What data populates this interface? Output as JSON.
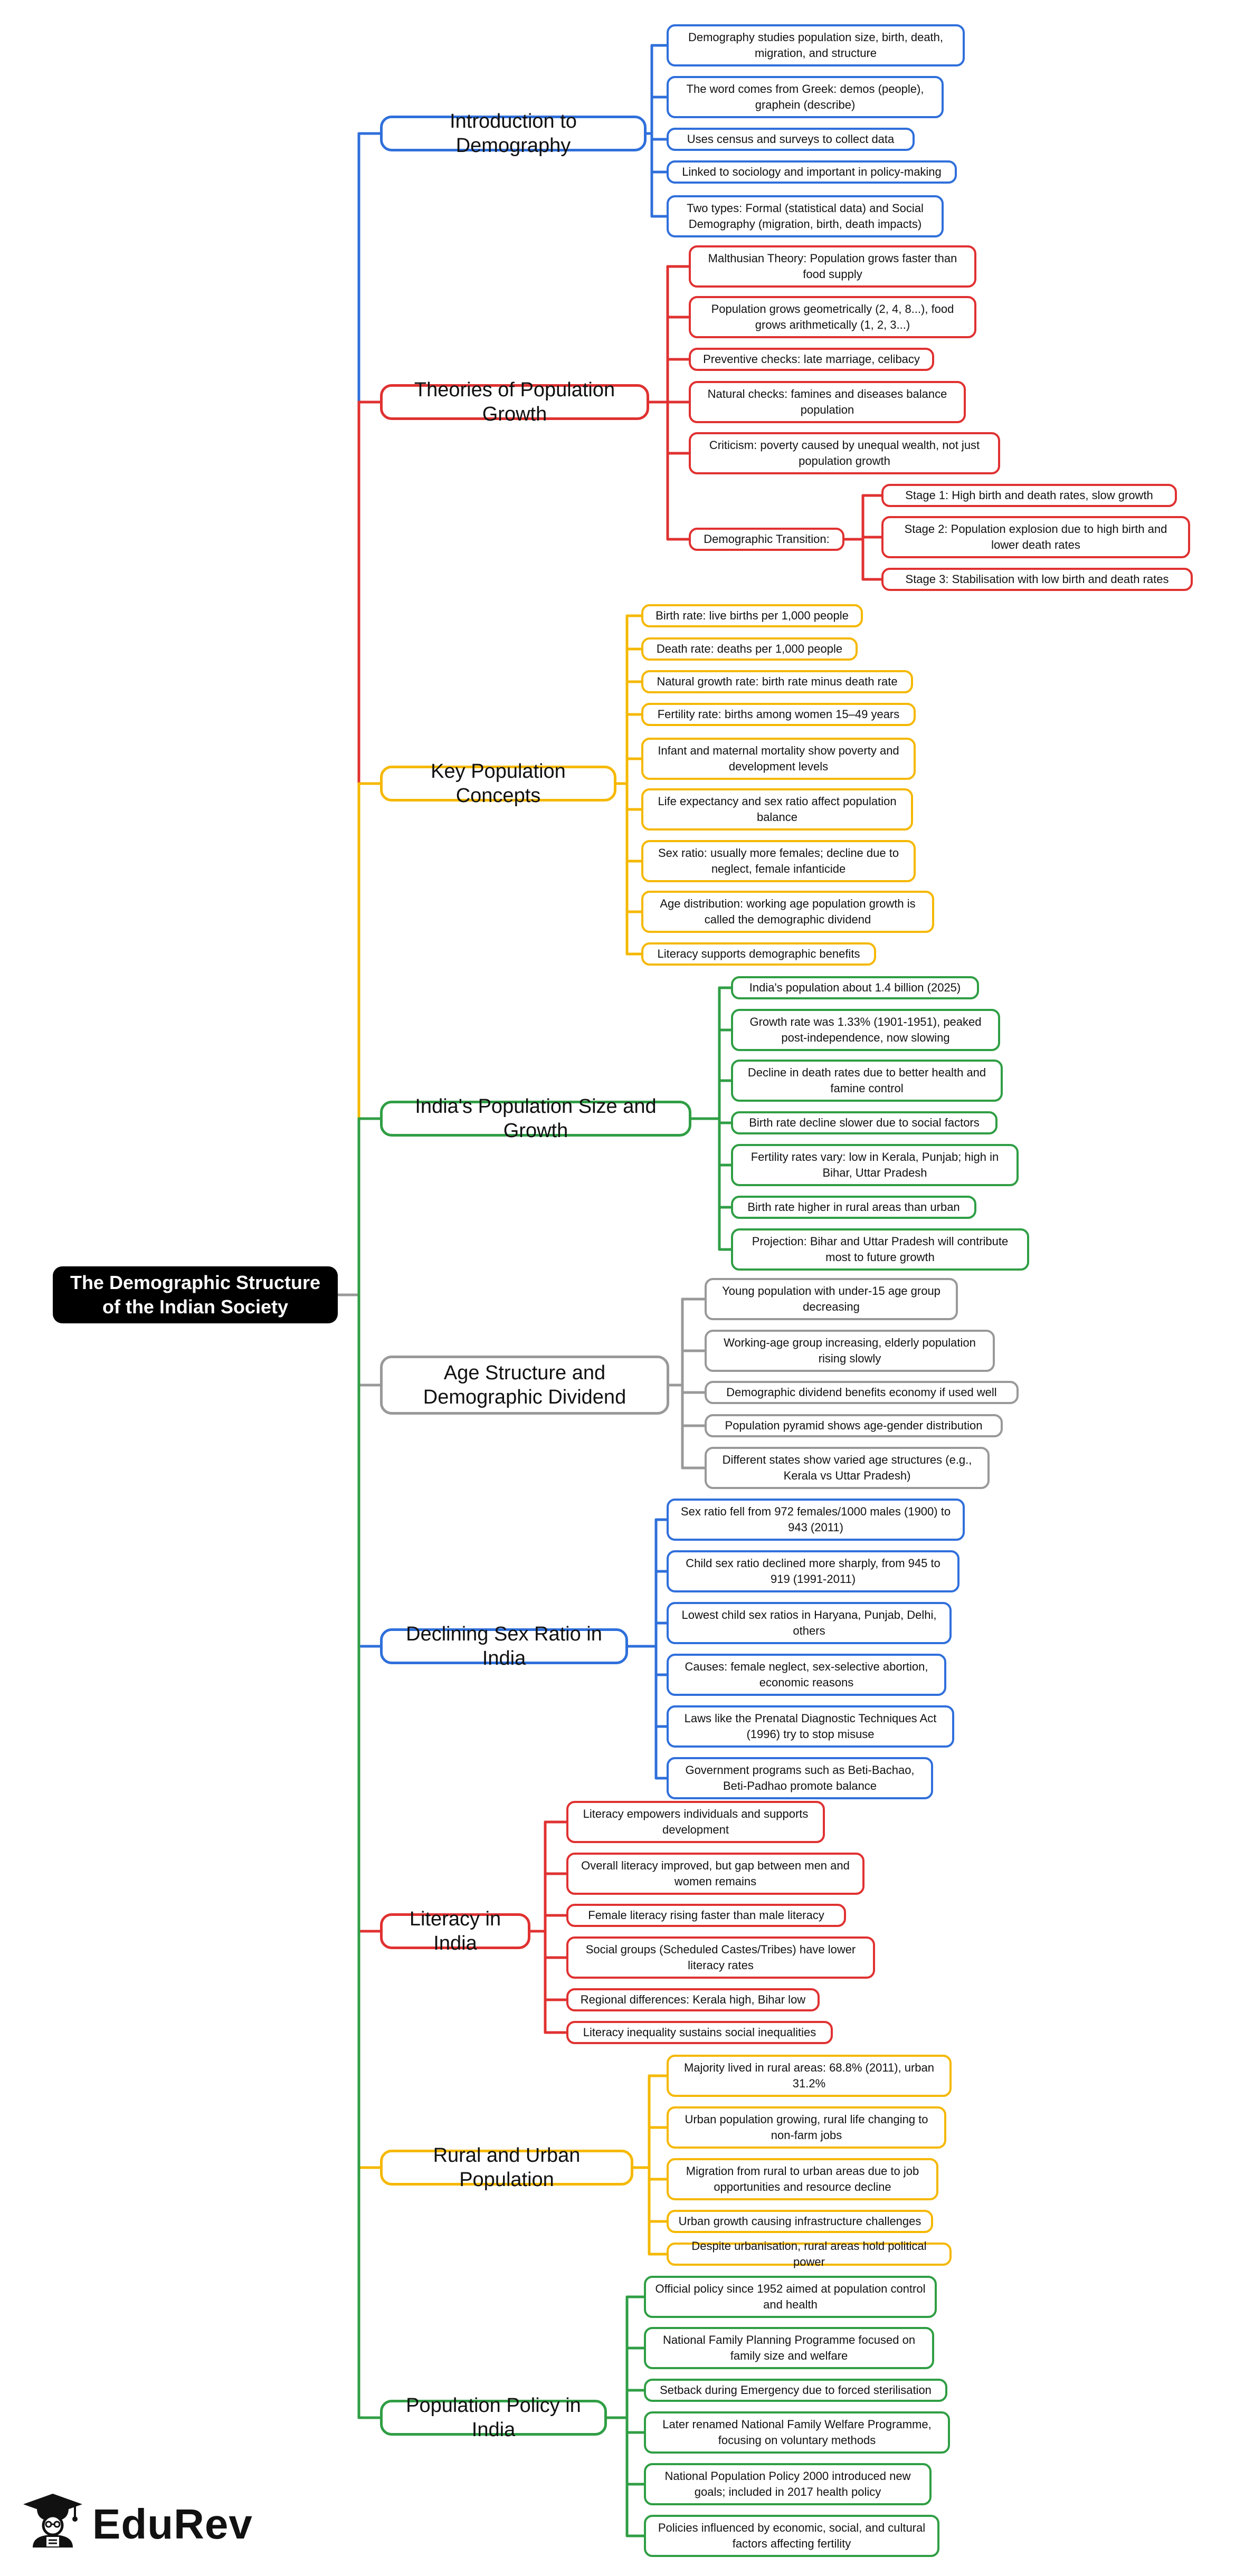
{
  "root": {
    "label": "The Demographic Structure of the Indian Society"
  },
  "colors": {
    "blue": "#2f6fdb",
    "red": "#e03131",
    "yellow": "#f5b800",
    "green": "#2f9e44",
    "gray": "#999999"
  },
  "branches": [
    {
      "label": "Introduction to Demography",
      "color": "blue",
      "items": [
        "Demography studies population size, birth, death, migration, and structure",
        "The word comes from Greek: demos (people), graphein (describe)",
        "Uses census and surveys to collect data",
        "Linked to sociology and important in policy-making",
        "Two types: Formal (statistical data) and Social Demography (migration, birth, death impacts)"
      ]
    },
    {
      "label": "Theories of Population Growth",
      "color": "red",
      "items": [
        "Malthusian Theory: Population grows faster than food supply",
        "Population grows geometrically (2, 4, 8...), food grows arithmetically (1, 2, 3...)",
        "Preventive checks: late marriage, celibacy",
        "Natural checks: famines and diseases balance population",
        "Criticism: poverty caused by unequal wealth, not just population growth",
        "Demographic Transition:"
      ],
      "sub_items": [
        "Stage 1: High birth and death rates, slow growth",
        "Stage 2: Population explosion due to high birth and lower death rates",
        "Stage 3: Stabilisation with low birth and death rates"
      ]
    },
    {
      "label": "Key Population Concepts",
      "color": "yellow",
      "items": [
        "Birth rate: live births per 1,000 people",
        "Death rate: deaths per 1,000 people",
        "Natural growth rate: birth rate minus death rate",
        "Fertility rate: births among women 15–49 years",
        "Infant and maternal mortality show poverty and development levels",
        "Life expectancy and sex ratio affect population balance",
        "Sex ratio: usually more females; decline due to neglect, female infanticide",
        "Age distribution: working age population growth is called the demographic dividend",
        "Literacy supports demographic benefits"
      ]
    },
    {
      "label": "India's Population Size and Growth",
      "color": "green",
      "items": [
        "India's population about 1.4 billion (2025)",
        "Growth rate was 1.33% (1901-1951), peaked post-independence, now slowing",
        "Decline in death rates due to better health and famine control",
        "Birth rate decline slower due to social factors",
        "Fertility rates vary: low in Kerala, Punjab; high in Bihar, Uttar Pradesh",
        "Birth rate higher in rural areas than urban",
        "Projection: Bihar and Uttar Pradesh will contribute most to future growth"
      ]
    },
    {
      "label": "Age Structure and Demographic Dividend",
      "color": "gray",
      "items": [
        "Young population with under-15 age group decreasing",
        "Working-age group increasing, elderly population rising slowly",
        "Demographic dividend benefits economy if used well",
        "Population pyramid shows age-gender distribution",
        "Different states show varied age structures (e.g., Kerala vs Uttar Pradesh)"
      ]
    },
    {
      "label": "Declining Sex Ratio in India",
      "color": "blue",
      "items": [
        "Sex ratio fell from 972 females/1000 males (1900) to 943 (2011)",
        "Child sex ratio declined more sharply, from 945 to 919 (1991-2011)",
        "Lowest child sex ratios in Haryana, Punjab, Delhi, others",
        "Causes: female neglect, sex-selective abortion, economic reasons",
        "Laws like the Prenatal Diagnostic Techniques Act (1996) try to stop misuse",
        "Government programs such as Beti-Bachao, Beti-Padhao promote balance"
      ]
    },
    {
      "label": "Literacy in India",
      "color": "red",
      "items": [
        "Literacy empowers individuals and supports development",
        "Overall literacy improved, but gap between men and women remains",
        "Female literacy rising faster than male literacy",
        "Social groups (Scheduled Castes/Tribes) have lower literacy rates",
        "Regional differences: Kerala high, Bihar low",
        "Literacy inequality sustains social inequalities"
      ]
    },
    {
      "label": "Rural and Urban Population",
      "color": "yellow",
      "items": [
        "Majority lived in rural areas: 68.8% (2011), urban 31.2%",
        "Urban population growing, rural life changing to non-farm jobs",
        "Migration from rural to urban areas due to job opportunities and resource decline",
        "Urban growth causing infrastructure challenges",
        "Despite urbanisation, rural areas hold political power"
      ]
    },
    {
      "label": "Population Policy in India",
      "color": "green",
      "items": [
        "Official policy since 1952 aimed at population control and health",
        "National Family Planning Programme focused on family size and welfare",
        "Setback during Emergency due to forced sterilisation",
        "Later renamed National Family Welfare Programme, focusing on voluntary methods",
        "National Population Policy 2000 introduced new goals; included in 2017 health policy",
        "Policies influenced by economic, social, and cultural factors affecting fertility"
      ]
    }
  ],
  "logo": {
    "text": "EduRev",
    "icon": "graduation-cap-student-icon"
  }
}
